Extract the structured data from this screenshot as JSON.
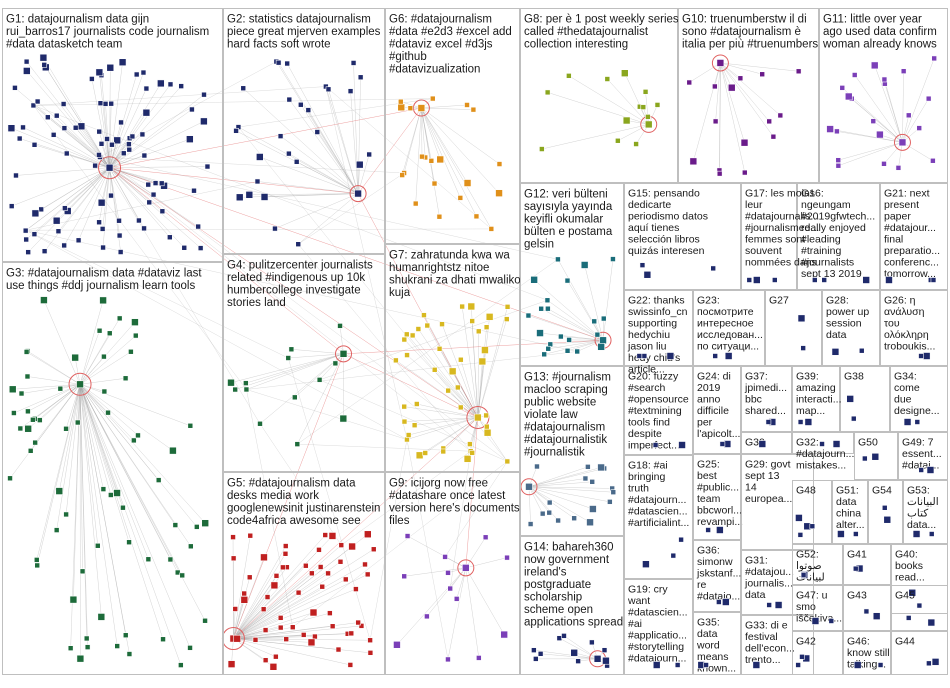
{
  "groups": [
    {
      "id": "G1",
      "lines": [
        "G1: datajournalism data gijn",
        "rui_barros17 journalists code journalism",
        "#data datasketch team"
      ]
    },
    {
      "id": "G2",
      "lines": [
        "G2: statistics datajournalism",
        "piece great mjerven examples",
        "hard facts soft wrote"
      ]
    },
    {
      "id": "G3",
      "lines": [
        "G3: #datajournalism data #dataviz last",
        "use things #ddj journalism learn tools"
      ]
    },
    {
      "id": "G4",
      "lines": [
        "G4: pulitzercenter journalists",
        "related #indigenous up 10k",
        "humbercollege investigate",
        "stories land"
      ]
    },
    {
      "id": "G5",
      "lines": [
        "G5: #datajournalism data",
        "desks media work",
        "googlenewsinit justinarenstein",
        "code4africa awesome see"
      ]
    },
    {
      "id": "G6",
      "lines": [
        "G6: #datajournalism",
        "#data #e2d3 #excel add",
        "#dataviz excel #d3js",
        "#github",
        "#datavizualization"
      ]
    },
    {
      "id": "G7",
      "lines": [
        "G7: zahratunda kwa wa",
        "humanrightstz nitoe",
        "shukrani za dhati mwaliko",
        "kuja"
      ]
    },
    {
      "id": "G8",
      "lines": [
        "G8: per è 1 post weekly series",
        "called #thedatajournalist",
        "collection interesting"
      ]
    },
    {
      "id": "G9",
      "lines": [
        "G9: icijorg now free",
        "#datashare once latest",
        "version here's documents",
        "files"
      ]
    },
    {
      "id": "G10",
      "lines": [
        "G10: truenumberstw il di",
        "sono #datajournalism è",
        "italia per più #truenumbers"
      ]
    },
    {
      "id": "G11",
      "lines": [
        "G11: little over year",
        "ago used data confirm",
        "woman already knows"
      ]
    },
    {
      "id": "G12",
      "lines": [
        "G12: veri bülteni",
        "sayısıyla yayında",
        "keyifli okumalar",
        "bülten e postama",
        "gelsin"
      ]
    },
    {
      "id": "G13",
      "lines": [
        "G13: #journalism",
        "macloo scraping",
        "public website",
        "violate law",
        "#datajournalism",
        "#datajournalistik",
        "#journalistik"
      ]
    },
    {
      "id": "G14",
      "lines": [
        "G14: bahareh360",
        "now government",
        "ireland's",
        "postgraduate",
        "scholarship",
        "scheme open",
        "applications spread"
      ]
    },
    {
      "id": "G15",
      "lines": [
        "G15: pensando",
        "dedicarte",
        "periodismo datos",
        "aquí tienes",
        "selección libros",
        "quizás interesen"
      ]
    },
    {
      "id": "G16",
      "lines": [
        "G16:",
        "ngeungam",
        "#2019gfwtech...",
        "really enjoyed",
        "#leading",
        "#training",
        "#journalists",
        "sept 13 2019"
      ]
    },
    {
      "id": "G17",
      "lines": [
        "G17: les moins",
        "leur",
        "#datajournalis...",
        "#journalismed...",
        "femmes sont",
        "souvent",
        "nommées dans"
      ]
    },
    {
      "id": "G18",
      "lines": [
        "G18: #ai",
        "bringing",
        "truth",
        "#datajourn...",
        "#datascien...",
        "#artificialint..."
      ]
    },
    {
      "id": "G19",
      "lines": [
        "G19: cry",
        "want",
        "#datascien...",
        "#ai",
        "#applicatio...",
        "#storytelling",
        "#datajourn..."
      ]
    },
    {
      "id": "G20",
      "lines": [
        "G20: fuzzy",
        "#search",
        "#opensource",
        "#textmining",
        "tools find",
        "despite",
        "imperfect..."
      ]
    },
    {
      "id": "G21",
      "lines": [
        "G21: next",
        "present",
        "paper",
        "#datajour...",
        "final",
        "preparatio...",
        "conferenc...",
        "tomorrow..."
      ]
    },
    {
      "id": "G22",
      "lines": [
        "G22: thanks",
        "swissinfo_cn",
        "supporting",
        "hedychiu",
        "jason liu",
        "hedy chiu's",
        "article..."
      ]
    },
    {
      "id": "G23",
      "lines": [
        "G23:",
        "посмотрите",
        "интересное",
        "исследован...",
        "по ситуаци..."
      ]
    },
    {
      "id": "G24",
      "lines": [
        "G24: di",
        "2019",
        "anno",
        "difficile",
        "per",
        "l'apicolt..."
      ]
    },
    {
      "id": "G25",
      "lines": [
        "G25:",
        "best",
        "#public...",
        "team",
        "bbcworl...",
        "revampi..."
      ]
    },
    {
      "id": "G26",
      "lines": [
        "G26: η",
        "ανάλυση",
        "του",
        "ολόκληρη",
        "troboukis..."
      ]
    },
    {
      "id": "G27",
      "lines": [
        "G27"
      ]
    },
    {
      "id": "G28",
      "lines": [
        "G28:",
        "power up",
        "session",
        "data"
      ]
    },
    {
      "id": "G29",
      "lines": [
        "G29: govt",
        "sept 13",
        "14",
        "europea..."
      ]
    },
    {
      "id": "G30",
      "lines": [
        "G30"
      ]
    },
    {
      "id": "G31",
      "lines": [
        "G31:",
        "#datajou...",
        "journalis...",
        "data"
      ]
    },
    {
      "id": "G32",
      "lines": [
        "G32:",
        "#datajourn...",
        "mistakes..."
      ]
    },
    {
      "id": "G33",
      "lines": [
        "G33: di e",
        "festival",
        "dell'econ...",
        "trento..."
      ]
    },
    {
      "id": "G34",
      "lines": [
        "G34:",
        "come",
        "due",
        "designe..."
      ]
    },
    {
      "id": "G35",
      "lines": [
        "G35:",
        "data",
        "word",
        "means",
        "known..."
      ]
    },
    {
      "id": "G36",
      "lines": [
        "G36:",
        "simonw",
        "jskstanf...",
        "re",
        "#datajo..."
      ]
    },
    {
      "id": "G37",
      "lines": [
        "G37:",
        "jpimedi...",
        "bbc",
        "shared..."
      ]
    },
    {
      "id": "G38",
      "lines": [
        "G38"
      ]
    },
    {
      "id": "G39",
      "lines": [
        "G39:",
        "amazing",
        "interacti...",
        "map..."
      ]
    },
    {
      "id": "G40",
      "lines": [
        "G40:",
        "books",
        "read..."
      ]
    },
    {
      "id": "G41",
      "lines": [
        "G41"
      ]
    },
    {
      "id": "G42",
      "lines": [
        "G42"
      ]
    },
    {
      "id": "G43",
      "lines": [
        "G43"
      ]
    },
    {
      "id": "G44",
      "lines": [
        "G44"
      ]
    },
    {
      "id": "G45",
      "lines": [
        "G45"
      ]
    },
    {
      "id": "G46",
      "lines": [
        "G46:",
        "know still",
        "talking..."
      ]
    },
    {
      "id": "G47",
      "lines": [
        "G47: u",
        "smo",
        "iščekiva..."
      ]
    },
    {
      "id": "G48",
      "lines": [
        "G48"
      ]
    },
    {
      "id": "G49",
      "lines": [
        "G49: 7",
        "essent...",
        "#dataj..."
      ]
    },
    {
      "id": "G50",
      "lines": [
        "G50"
      ]
    },
    {
      "id": "G51",
      "lines": [
        "G51:",
        "data",
        "china",
        "alter..."
      ]
    },
    {
      "id": "G52",
      "lines": [
        "G52:",
        "صوتوا",
        "لبيانات"
      ]
    },
    {
      "id": "G53",
      "lines": [
        "G53:",
        "البيانات",
        "كتاب",
        "data..."
      ]
    },
    {
      "id": "G54",
      "lines": [
        "G54"
      ]
    }
  ],
  "colors": {
    "panel_border": "#bfbfbf",
    "edge": "#9a9a9a",
    "edge_highlight": "#e06060",
    "node_navy": "#1f2a6b",
    "node_green": "#1d6b3a",
    "node_orange": "#e0901a",
    "node_olive": "#8aa61e",
    "node_purple": "#6a1b8a",
    "node_teal": "#1a6d7a",
    "node_gold": "#d8b820",
    "node_red": "#c02020",
    "node_violet": "#7b3fb8",
    "node_slate": "#4a6a8a"
  }
}
